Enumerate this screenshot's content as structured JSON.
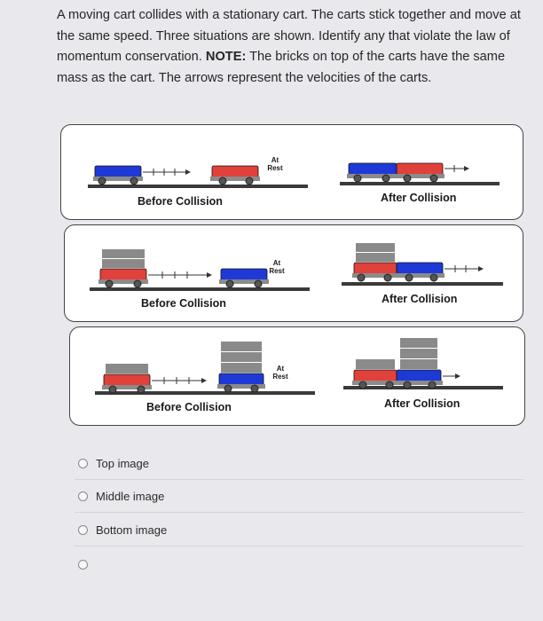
{
  "question": {
    "text": "A moving cart collides with a stationary cart. The carts stick together and move at the same speed. Three situations are shown. Identify any that violate the law of momentum conservation. ",
    "note_label": "NOTE:",
    "note_text": " The bricks on top of the carts have the same mass as the cart. The arrows represent the velocities of the carts."
  },
  "panels": [
    {
      "before_label": "Before Collision",
      "after_label": "After Collision",
      "rest_line1": "At",
      "rest_line2": "Rest"
    },
    {
      "before_label": "Before Collision",
      "after_label": "After Collision",
      "rest_line1": "At",
      "rest_line2": "Rest"
    },
    {
      "before_label": "Before Collision",
      "after_label": "After Collision",
      "rest_line1": "At",
      "rest_line2": "Rest"
    }
  ],
  "options": [
    {
      "label": "Top image"
    },
    {
      "label": "Middle image"
    },
    {
      "label": "Bottom image"
    },
    {
      "label": ""
    }
  ],
  "colors": {
    "blue_cart": "#1f39d6",
    "red_cart": "#e0413a",
    "brick": "#8a8a8a",
    "track": "#3a3a3a"
  }
}
